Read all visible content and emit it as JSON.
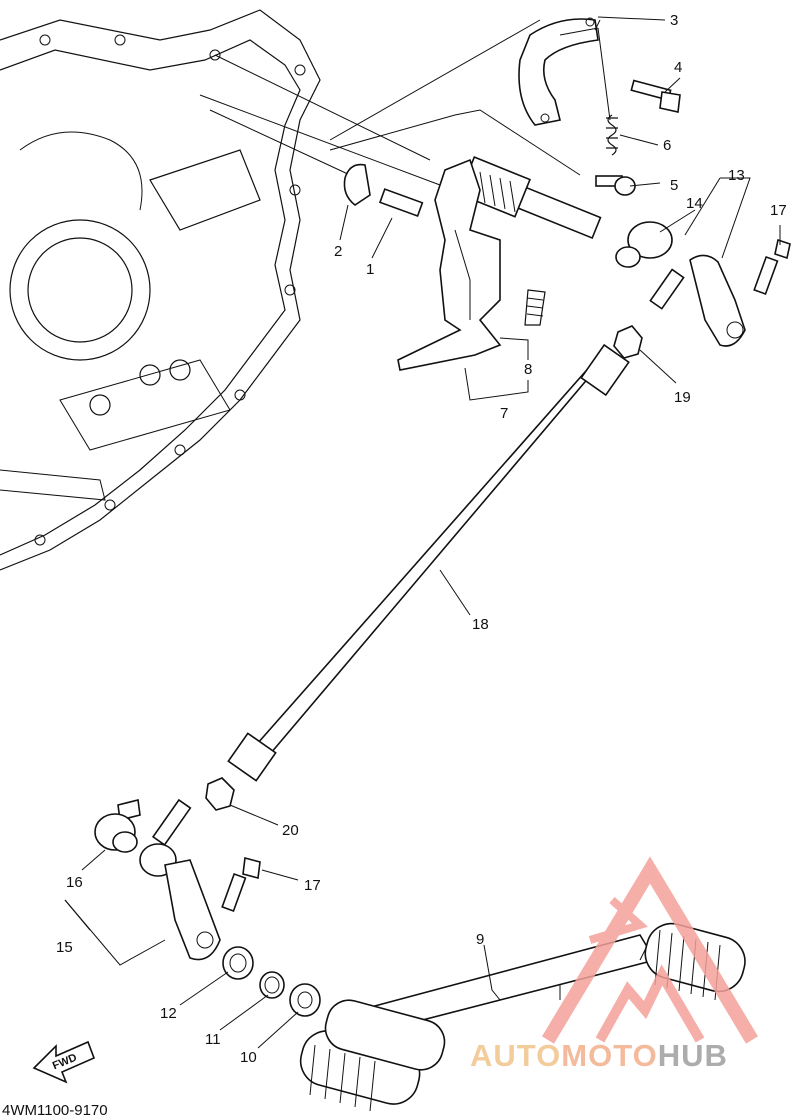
{
  "diagram": {
    "labels": [
      {
        "id": "p1",
        "text": "1"
      },
      {
        "id": "p2",
        "text": "2"
      },
      {
        "id": "p3",
        "text": "3"
      },
      {
        "id": "p4",
        "text": "4"
      },
      {
        "id": "p5",
        "text": "5"
      },
      {
        "id": "p6",
        "text": "6"
      },
      {
        "id": "p7",
        "text": "7"
      },
      {
        "id": "p8",
        "text": "8"
      },
      {
        "id": "p9",
        "text": "9"
      },
      {
        "id": "p10",
        "text": "10"
      },
      {
        "id": "p11",
        "text": "11"
      },
      {
        "id": "p12",
        "text": "12"
      },
      {
        "id": "p13",
        "text": "13"
      },
      {
        "id": "p14",
        "text": "14"
      },
      {
        "id": "p15",
        "text": "15"
      },
      {
        "id": "p16",
        "text": "16"
      },
      {
        "id": "p17a",
        "text": "17"
      },
      {
        "id": "p17b",
        "text": "17"
      },
      {
        "id": "p18",
        "text": "18"
      },
      {
        "id": "p19",
        "text": "19"
      },
      {
        "id": "p20",
        "text": "20"
      }
    ],
    "fwd_label": "FWD",
    "diagram_code": "4WM1100-9170"
  },
  "watermark": {
    "auto": "AUTO",
    "moto": "MOTO",
    "hub": "HUB",
    "colors": {
      "primary": "#f4a09a",
      "accent": "#f2c48a",
      "hub": "#9e9e9e"
    }
  }
}
